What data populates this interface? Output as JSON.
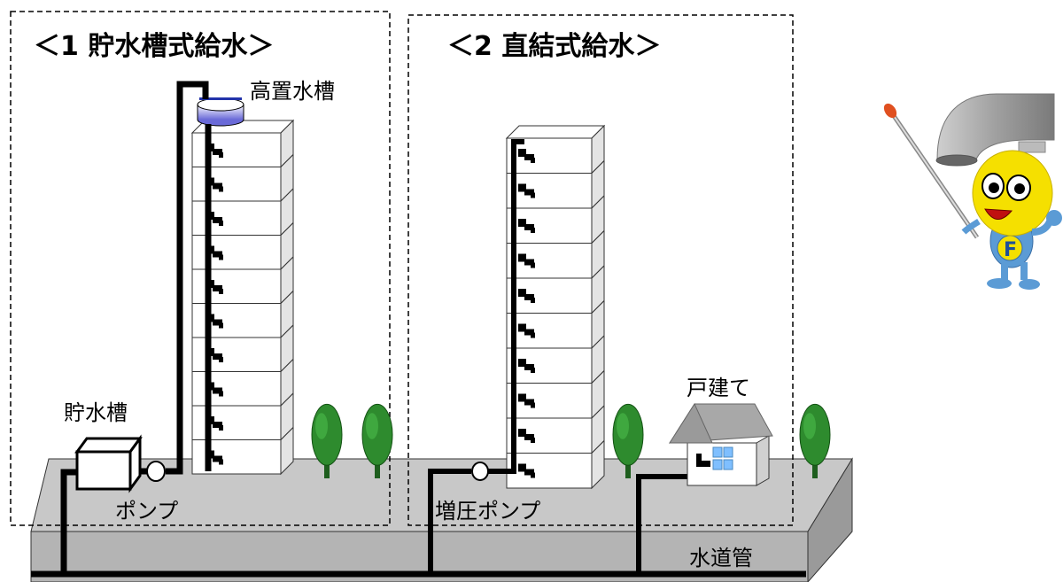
{
  "titles": {
    "section1": "＜1 貯水槽式給水＞",
    "section2": "＜2 直結式給水＞"
  },
  "labels": {
    "elevated_tank": "高置水槽",
    "storage_tank": "貯水槽",
    "pump": "ポンプ",
    "booster_pump": "増圧ポンプ",
    "detached_house": "戸建て",
    "water_main": "水道管"
  },
  "mascot": {
    "badge_letter": "F"
  },
  "colors": {
    "ground_top": "#c8c8c8",
    "ground_front": "#b4b4b4",
    "building": "#ffffff",
    "pipe": "#000000",
    "tree": "#2e8b2e",
    "tank_water": "#6a6ad8",
    "mascot_body": "#f5e000",
    "mascot_blue": "#5b9bd5",
    "faucet_gray": "#9e9e9e"
  }
}
